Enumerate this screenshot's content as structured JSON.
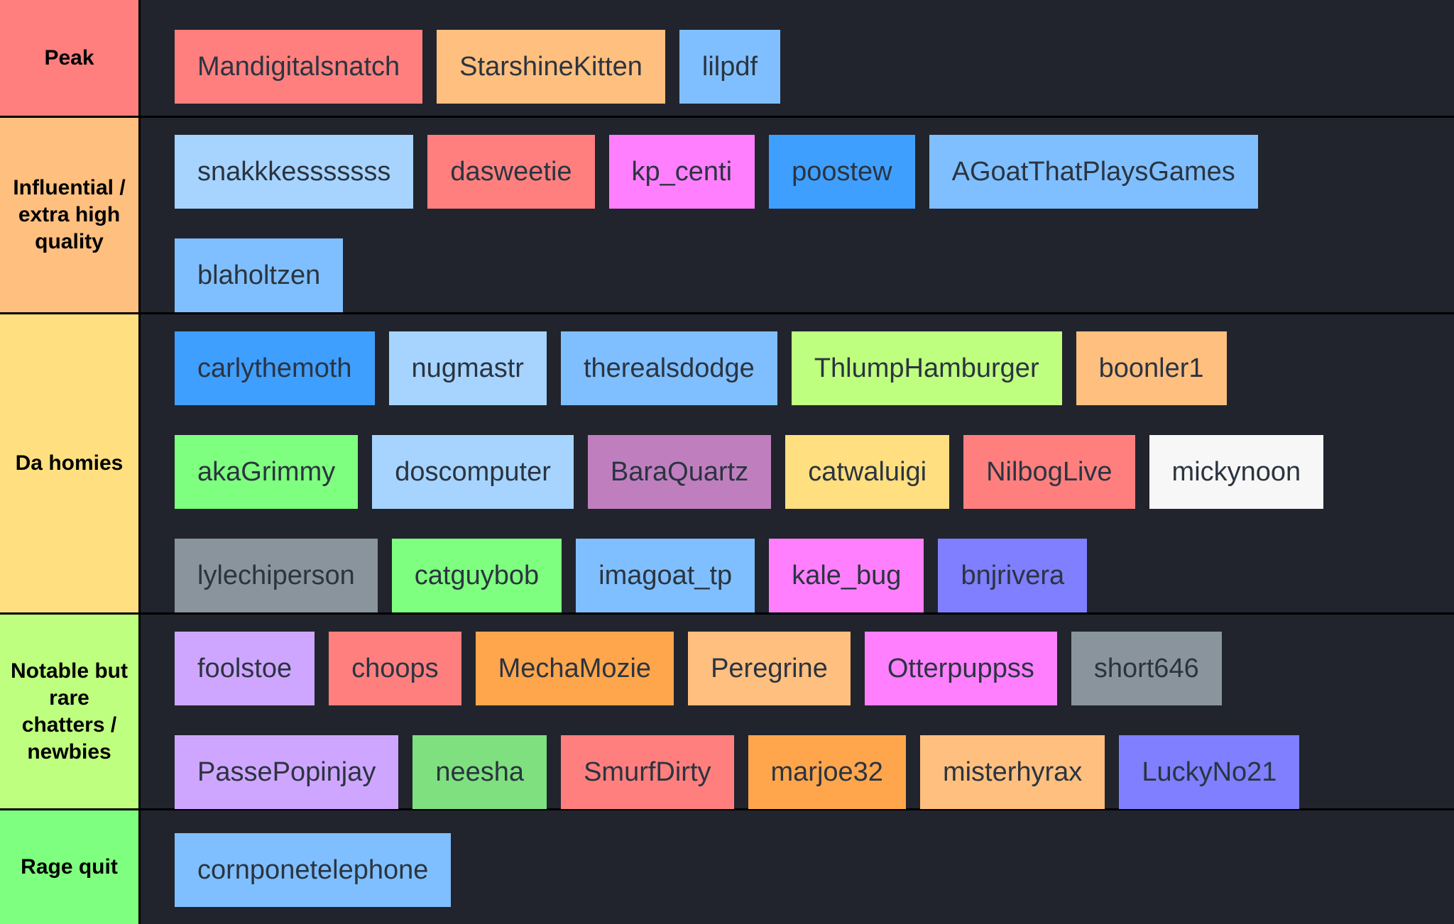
{
  "tiers": [
    {
      "label": "Peak",
      "color": "#ff7f7e",
      "lines": [
        [
          {
            "name": "Mandigitalsnatch",
            "color": "#ff7f7e"
          },
          {
            "name": "StarshineKitten",
            "color": "#ffbf7f"
          },
          {
            "name": "lilpdf",
            "color": "#7fbfff"
          }
        ]
      ]
    },
    {
      "label": "Influential / extra high quality",
      "color": "#ffbf7f",
      "lines": [
        [
          {
            "name": "snakkkesssssss",
            "color": "#a6d4ff"
          },
          {
            "name": "dasweetie",
            "color": "#ff7f7e"
          },
          {
            "name": "kp_centi",
            "color": "#ff7fff"
          },
          {
            "name": "poostew",
            "color": "#3f9fff"
          },
          {
            "name": "AGoatThatPlaysGames",
            "color": "#7fbfff"
          }
        ],
        [
          {
            "name": "blaholtzen",
            "color": "#7fbfff"
          }
        ]
      ]
    },
    {
      "label": "Da homies",
      "color": "#ffdf7f",
      "lines": [
        [
          {
            "name": "carlythemoth",
            "color": "#3f9fff"
          },
          {
            "name": "nugmastr",
            "color": "#a6d4ff"
          },
          {
            "name": "therealsdodge",
            "color": "#7fbfff"
          },
          {
            "name": "ThlumpHamburger",
            "color": "#bfff7f"
          },
          {
            "name": "boonler1",
            "color": "#ffbf7f"
          }
        ],
        [
          {
            "name": "akaGrimmy",
            "color": "#7fff7f"
          },
          {
            "name": "doscomputer",
            "color": "#a6d4ff"
          },
          {
            "name": "BaraQuartz",
            "color": "#bf7fbf"
          },
          {
            "name": "catwaluigi",
            "color": "#ffdf7f"
          },
          {
            "name": "NilbogLive",
            "color": "#ff7f7e"
          },
          {
            "name": "mickynoon",
            "color": "#f7f7f7"
          }
        ],
        [
          {
            "name": "lylechiperson",
            "color": "#8a949c"
          },
          {
            "name": "catguybob",
            "color": "#7fff7f"
          },
          {
            "name": "imagoat_tp",
            "color": "#7fbfff"
          },
          {
            "name": "kale_bug",
            "color": "#ff7fff"
          },
          {
            "name": "bnjrivera",
            "color": "#7f7fff"
          }
        ]
      ]
    },
    {
      "label": "Notable but rare chatters / newbies",
      "color": "#bfff7f",
      "lines": [
        [
          {
            "name": "foolstoe",
            "color": "#cfa6ff"
          },
          {
            "name": "choops",
            "color": "#ff7f7e"
          },
          {
            "name": "MechaMozie",
            "color": "#ffa64d"
          },
          {
            "name": "Peregrine",
            "color": "#ffbf7f"
          },
          {
            "name": "Otterpuppss",
            "color": "#ff7fff"
          },
          {
            "name": "short646",
            "color": "#8a949c"
          }
        ],
        [
          {
            "name": "PassePopinjay",
            "color": "#cfa6ff"
          },
          {
            "name": "neesha",
            "color": "#7fe07f"
          },
          {
            "name": "SmurfDirty",
            "color": "#ff7f7e"
          },
          {
            "name": "marjoe32",
            "color": "#ffa64d"
          },
          {
            "name": "misterhyrax",
            "color": "#ffbf7f"
          },
          {
            "name": "LuckyNo21",
            "color": "#7f7fff"
          }
        ]
      ]
    },
    {
      "label": "Rage quit",
      "color": "#7fff7f",
      "lines": [
        [
          {
            "name": "cornponetelephone",
            "color": "#7fbfff"
          }
        ]
      ]
    }
  ]
}
